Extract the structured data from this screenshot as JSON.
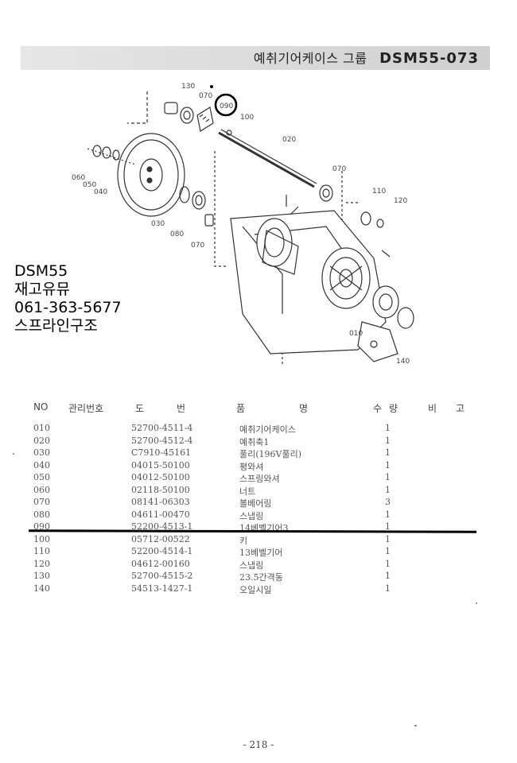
{
  "header": {
    "group_name": "예취기어케이스 그룹",
    "code": "DSM55-073"
  },
  "diagram": {
    "callouts": [
      "130",
      "070",
      "090",
      "100",
      "020",
      "070",
      "110",
      "120",
      "060",
      "050",
      "040",
      "030",
      "080",
      "070",
      "010",
      "140"
    ]
  },
  "stamp": {
    "line1": "DSM55",
    "line2": "재고유뮤",
    "line3": "061-363-5677",
    "line4": "스프라인구조"
  },
  "table": {
    "headers": {
      "no": "NO",
      "management": "관리번호",
      "drawing_1": "도",
      "drawing_2": "번",
      "item_1": "품",
      "item_2": "명",
      "qty_1": "수",
      "qty_2": "량",
      "remark_1": "비",
      "remark_2": "고"
    },
    "rows": [
      {
        "no": "010",
        "part": "52700-4511-4",
        "name": "예취기어케이스",
        "qty": "1"
      },
      {
        "no": "020",
        "part": "52700-4512-4",
        "name": "예취축1",
        "qty": "1"
      },
      {
        "no": "030",
        "part": "C7910-45161",
        "name": "풀리(196V풀리)",
        "qty": "1"
      },
      {
        "no": "040",
        "part": "04015-50100",
        "name": "평와셔",
        "qty": "1"
      },
      {
        "no": "050",
        "part": "04012-50100",
        "name": "스프링와셔",
        "qty": "1"
      },
      {
        "no": "060",
        "part": "02118-50100",
        "name": "너트",
        "qty": "1"
      },
      {
        "no": "070",
        "part": "08141-06303",
        "name": "볼베어링",
        "qty": "3"
      },
      {
        "no": "080",
        "part": "04611-00470",
        "name": "스냅링",
        "qty": "1"
      },
      {
        "no": "090",
        "part": "52200-4513-1",
        "name": "14베벨기어3",
        "qty": "1"
      },
      {
        "no": "100",
        "part": "05712-00522",
        "name": "키",
        "qty": "1"
      },
      {
        "no": "110",
        "part": "52200-4514-1",
        "name": "13베벨기어",
        "qty": "1"
      },
      {
        "no": "120",
        "part": "04612-00160",
        "name": "스냅링",
        "qty": "1"
      },
      {
        "no": "130",
        "part": "52700-4515-2",
        "name": "23.5간격동",
        "qty": "1"
      },
      {
        "no": "140",
        "part": "54513-1427-1",
        "name": "오일시일",
        "qty": "1"
      }
    ]
  },
  "page": {
    "number": "- 218 -"
  }
}
